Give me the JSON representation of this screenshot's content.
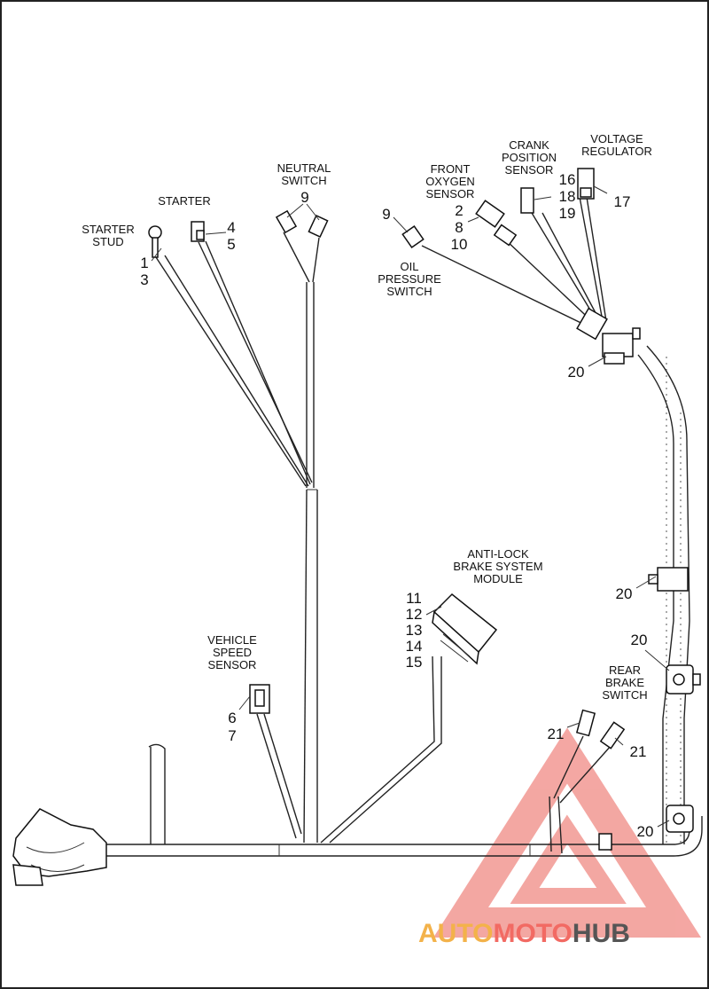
{
  "diagram": {
    "labels": {
      "starter_stud": [
        "STARTER",
        "STUD"
      ],
      "starter": [
        "STARTER"
      ],
      "neutral_switch": [
        "NEUTRAL",
        "SWITCH"
      ],
      "front_oxygen_sensor": [
        "FRONT",
        "OXYGEN",
        "SENSOR"
      ],
      "crank_position_sensor": [
        "CRANK",
        "POSITION",
        "SENSOR"
      ],
      "voltage_regulator": [
        "VOLTAGE",
        "REGULATOR"
      ],
      "oil_pressure_switch": [
        "OIL",
        "PRESSURE",
        "SWITCH"
      ],
      "anti_lock_brake_system_module": [
        "ANTI-LOCK",
        "BRAKE SYSTEM",
        "MODULE"
      ],
      "vehicle_speed_sensor": [
        "VEHICLE",
        "SPEED",
        "SENSOR"
      ],
      "rear_brake_switch": [
        "REAR",
        "BRAKE",
        "SWITCH"
      ]
    },
    "callouts": {
      "starter_stud": [
        "1",
        "3"
      ],
      "starter": [
        "4",
        "5"
      ],
      "neutral_switch": [
        "9"
      ],
      "oil_pressure_switch": [
        "9"
      ],
      "front_oxygen_sensor": [
        "2",
        "8",
        "10"
      ],
      "crank_position_sensor": [
        "16",
        "18",
        "19"
      ],
      "voltage_regulator": [
        "17"
      ],
      "clip_upper": [
        "20"
      ],
      "clip_mid": [
        "20"
      ],
      "clip_rear_1": [
        "20"
      ],
      "clip_rear_2": [
        "20"
      ],
      "abs_module": [
        "11",
        "12",
        "13",
        "14",
        "15"
      ],
      "vehicle_speed_sensor": [
        "6",
        "7"
      ],
      "rear_brake_switch_left": [
        "21"
      ],
      "rear_brake_switch_right": [
        "21"
      ]
    }
  },
  "watermark": {
    "part1": "AUTO",
    "part2": "MOTO",
    "part3": "HUB",
    "color_primary": "#f26a63",
    "color_secondary": "#f3b24a",
    "color_dark": "#555555"
  }
}
